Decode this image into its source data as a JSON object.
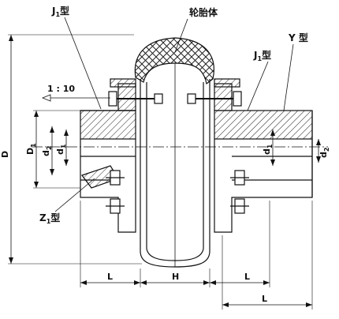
{
  "diagram": {
    "labels": {
      "j1_left": "J",
      "j1_left_sub": "1",
      "j1_left_type": "型",
      "tire_body": "轮胎体",
      "j1_right": "J",
      "j1_right_sub": "1",
      "j1_right_type": "型",
      "y_type": "Y 型",
      "taper": "1 : 10",
      "z1": "Z",
      "z1_sub": "1",
      "z1_type": "型"
    },
    "dimensions": {
      "D": "D",
      "D1": "D",
      "D1_sub": "1",
      "d2_left": "d",
      "d2_left_sub": "2",
      "d1_left": "d",
      "d1_left_sub": "1",
      "d1_right": "d",
      "d1_right_sub": "1",
      "d2_right": "d",
      "d2_right_sub": "2",
      "L_left": "L",
      "H": "H",
      "L_mid": "L",
      "L_bottom": "L"
    }
  }
}
